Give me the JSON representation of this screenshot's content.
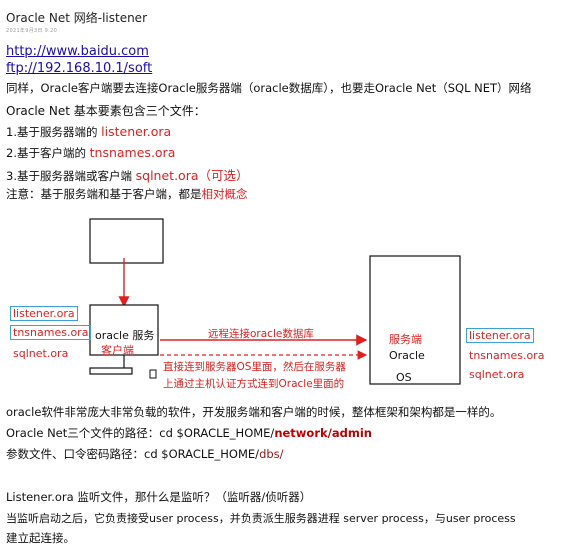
{
  "page": {
    "title": "Oracle Net 网络-listener",
    "meta": "2021年9月3日    9:20"
  },
  "links": {
    "http": "http://www.baidu.com",
    "ftp": "ftp://192.168.10.1/soft"
  },
  "intro": {
    "line1": "同样，Oracle客户端要去连接Oracle服务器端（oracle数据库），也要走Oracle Net（SQL NET）网络",
    "line2": "Oracle Net 基本要素包含三个文件："
  },
  "files": [
    {
      "prefix": "1.基于服务器端的 ",
      "name": "listener.ora"
    },
    {
      "prefix": "2.基于客户端的 ",
      "name": "tnsnames.ora"
    },
    {
      "prefix": "3.基于服务器端或客户端 ",
      "name": "sqlnet.ora（可选）"
    }
  ],
  "note": {
    "prefix": "注意：基于服务端和基于客户端，都是",
    "highlight": "相对概念"
  },
  "diagram": {
    "left_files": [
      "listener.ora",
      "tnsnames.ora",
      "sqlnet.ora"
    ],
    "client_box_line1": "oracle 服务",
    "client_box_line2": "客户端",
    "remote_label": "远程连接oracle数据库",
    "direct_line1": "直接连到服务器OS里面，然后在服务器",
    "direct_line2": "上通过主机认证方式连到Oracle里面的",
    "server_label": "服务端",
    "server_name": "Oracle",
    "server_os": "OS",
    "right_files": [
      "listener.ora",
      "tnsnames.ora",
      "sqlnet.ora"
    ]
  },
  "body": {
    "arch": "oracle软件非常庞大非常负载的软件，开发服务端和客户端的时候，整体框架和架构都是一样的。",
    "path_prefix": "Oracle Net三个文件的路径：cd $ORACLE_HOME/",
    "path_value": "network/admin",
    "param_prefix": "参数文件、口令密码路径：cd $ORACLE_HOME/",
    "param_value": "dbs/",
    "listener_q": "Listener.ora 监听文件，那什么是监听？（监听器/侦听器）",
    "listener_desc1": "当监听启动之后，它负责接受user process，并负责派生服务器进程 server process，与user process",
    "listener_desc2": "建立起连接。"
  },
  "colors": {
    "red": "#e02020",
    "darkred": "#c00000",
    "brown": "#8b1a1a",
    "box_blue": "#3da0d8",
    "link": "#1a0dab"
  }
}
